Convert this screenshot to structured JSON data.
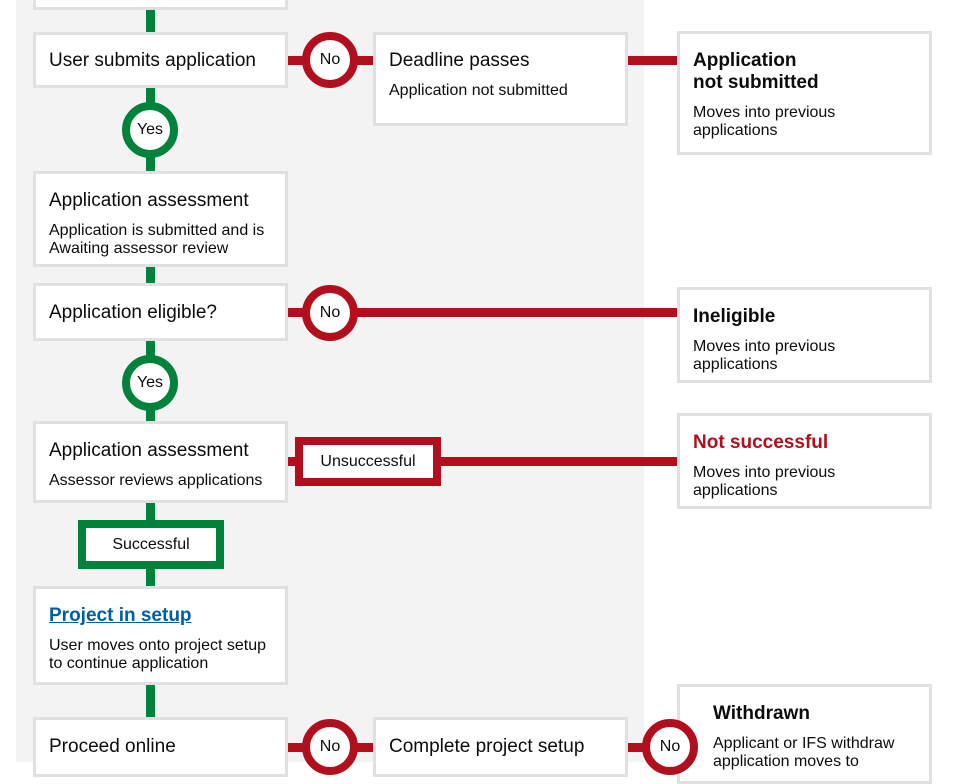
{
  "colors": {
    "green": "#00823b",
    "red": "#b10e1e",
    "border": "#dee0e2",
    "panel": "#f3f3f3",
    "link": "#005ea5"
  },
  "steps": {
    "submit": {
      "title": "User submits application"
    },
    "deadline": {
      "title": "Deadline passes",
      "desc": "Application not submitted"
    },
    "not_submitted": {
      "title": "Application\nnot submitted",
      "desc": "Moves into previous\napplications"
    },
    "assessment1": {
      "title": "Application assessment",
      "desc": "Application is submitted and is\nAwaiting assessor review"
    },
    "eligible": {
      "title": "Application eligible?"
    },
    "ineligible": {
      "title": "Ineligible",
      "desc": "Moves into previous\napplications"
    },
    "assessment2": {
      "title": "Application assessment",
      "desc": "Assessor reviews applications"
    },
    "not_successful": {
      "title": "Not successful",
      "desc": "Moves into previous\napplications"
    },
    "setup": {
      "title": "Project in setup",
      "desc": "User moves onto project setup\nto continue application"
    },
    "proceed": {
      "title": "Proceed online"
    },
    "complete_setup": {
      "title": "Complete project setup"
    },
    "withdrawn": {
      "title": "Withdrawn",
      "desc": "Applicant or IFS withdraw\napplication moves to"
    }
  },
  "connectors": {
    "no": "No",
    "yes": "Yes",
    "unsuccessful": "Unsuccessful",
    "successful": "Successful"
  }
}
